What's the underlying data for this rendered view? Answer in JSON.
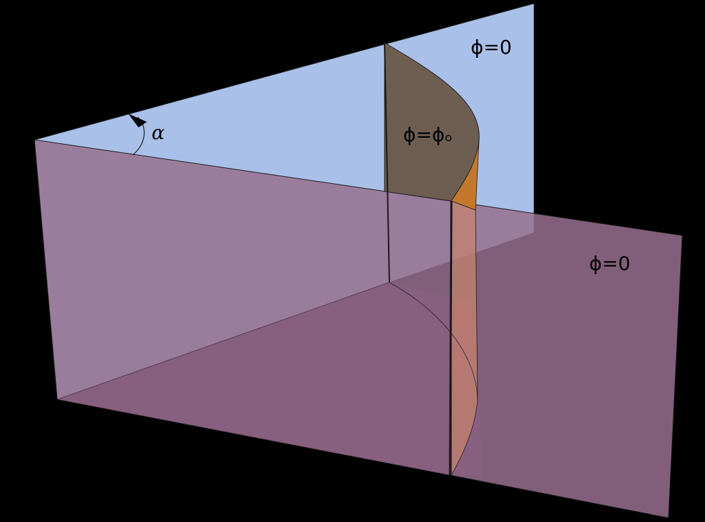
{
  "labels": {
    "angle": "α",
    "upper_plane": "ϕ=0",
    "lower_plane": "ϕ=0",
    "surface": "ϕ=ϕₒ"
  },
  "colors": {
    "background": "#000000",
    "upper_plane": "#a9c0e8",
    "lower_plane": "#98708f",
    "surface_top": "#6e5e52",
    "surface_edge": "#c4782e",
    "surface_lower": "#c4826e"
  }
}
